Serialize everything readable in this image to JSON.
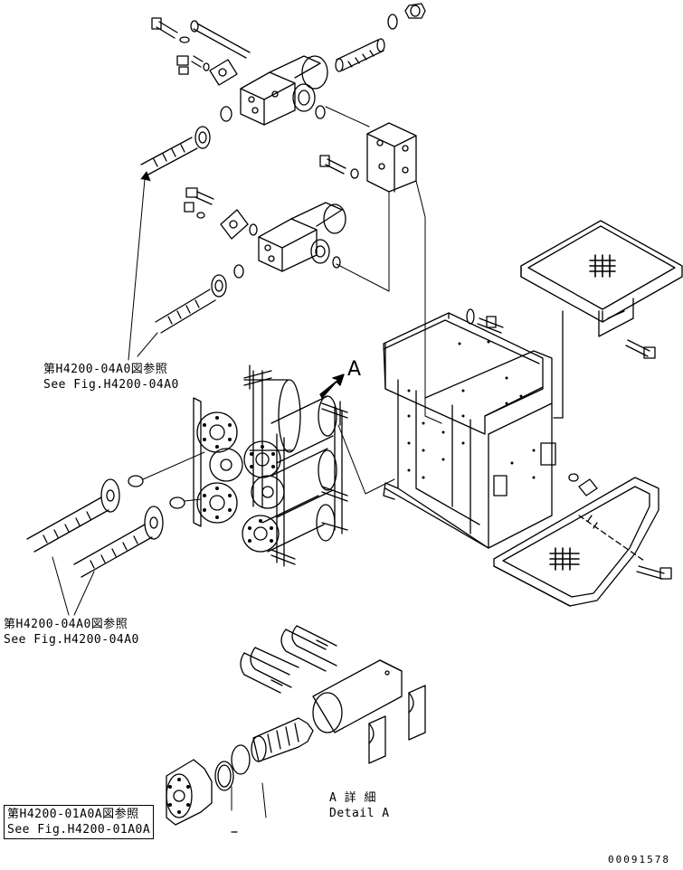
{
  "refs": {
    "ref_1_jp": "第H4200-04A0図参照",
    "ref_1_en": "See Fig.H4200-04A0",
    "ref_2_jp": "第H4200-04A0図参照",
    "ref_2_en": "See Fig.H4200-04A0",
    "ref_3_jp": "第H4200-01A0A図参照",
    "ref_3_en": "See Fig.H4200-01A0A"
  },
  "detail": {
    "view_letter": "A",
    "title_jp": "A 詳 細",
    "title_en": "Detail A"
  },
  "drawing_number": "00091578",
  "colors": {
    "line": "#000000",
    "background": "#ffffff"
  }
}
